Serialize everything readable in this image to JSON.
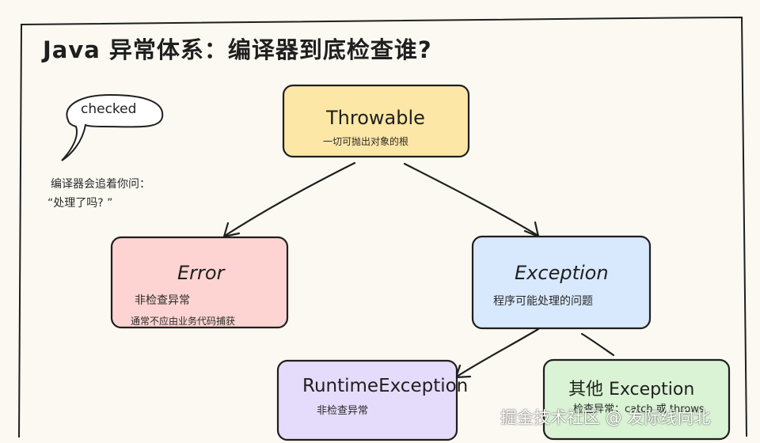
{
  "title": "Java 异常体系：编译器到底检查谁?",
  "bubble": {
    "label": "checked"
  },
  "note": {
    "line1": "编译器会追着你问：",
    "line2": "“处理了吗? ”"
  },
  "nodes": {
    "throwable": {
      "title": "Throwable",
      "sub": "一切可抛出对象的根",
      "fill": "#fde7a6"
    },
    "error": {
      "title": "Error",
      "sub1": "非检查异常",
      "sub2": "通常不应由业务代码捕获",
      "fill": "#fdd4d2"
    },
    "exception": {
      "title": "Exception",
      "sub": "程序可能处理的问题",
      "fill": "#d8e8fd"
    },
    "runtime": {
      "title": "RuntimeException",
      "sub": "非检查异常",
      "fill": "#e5dcfb"
    },
    "other": {
      "title": "其他 Exception",
      "sub": "检查异常：catch 或 throws",
      "fill": "#d9f3d4"
    }
  },
  "watermark": "掘金技术社区 @ 发际线向北",
  "colors": {
    "stroke": "#1f1f1f",
    "background": "#fbf9f2"
  }
}
